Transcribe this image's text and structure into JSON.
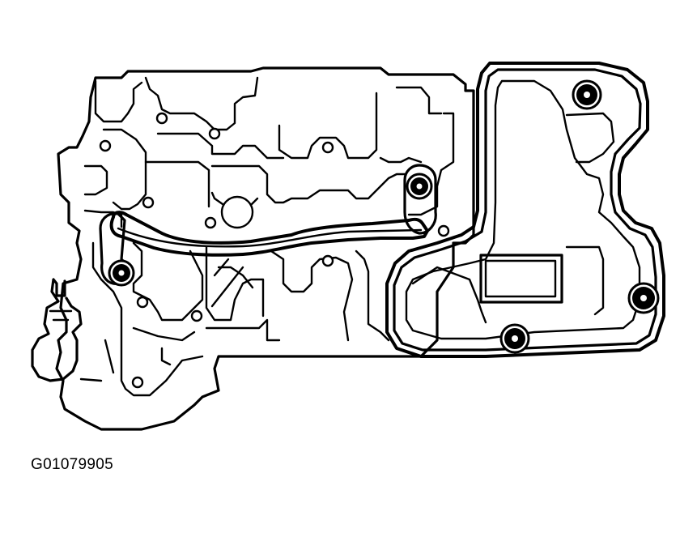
{
  "figure": {
    "id_label": "G01079905",
    "line_color": "#000000",
    "background": "#ffffff"
  },
  "parts": {
    "valve_body": "valve-body",
    "oil_pan": "oil-strainer",
    "oil_tube": "oil-tube",
    "bolts_count": 5
  }
}
